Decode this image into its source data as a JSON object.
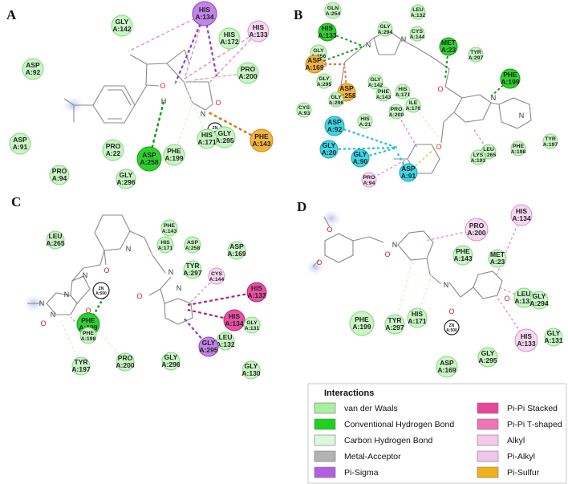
{
  "panels": [
    {
      "label": "A"
    },
    {
      "label": "B"
    },
    {
      "label": "C"
    },
    {
      "label": "D"
    }
  ],
  "zinc_label": "ZN\nA:500",
  "residues": {
    "A": [
      {
        "name": "GLY\nA:142",
        "type": "vdw"
      },
      {
        "name": "HIS\nA:134",
        "type": "pi-sigma"
      },
      {
        "name": "HIS\nA:172",
        "type": "vdw"
      },
      {
        "name": "HIS\nA:133",
        "type": "alkyl"
      },
      {
        "name": "ASP\nA:92",
        "type": "vdw"
      },
      {
        "name": "PRO\nA:200",
        "type": "vdw"
      },
      {
        "name": "ASP\nA:91",
        "type": "vdw"
      },
      {
        "name": "PRO\nA:22",
        "type": "vdw"
      },
      {
        "name": "ASP\nA:258",
        "type": "conv-hbond"
      },
      {
        "name": "PHE\nA:199",
        "type": "vdw"
      },
      {
        "name": "GLY\nA:295",
        "type": "vdw"
      },
      {
        "name": "PHE\nA:143",
        "type": "pi-sulfur"
      },
      {
        "name": "HIS\nA:171",
        "type": "vdw"
      },
      {
        "name": "PRO\nA:94",
        "type": "vdw"
      },
      {
        "name": "GLY\nA:296",
        "type": "vdw"
      }
    ],
    "B": [
      {
        "name": "GLN\nA:254",
        "type": "vdw"
      },
      {
        "name": "GLY\nA:294",
        "type": "vdw"
      },
      {
        "name": "LEU\nA:132",
        "type": "vdw"
      },
      {
        "name": "HIS\nA:133",
        "type": "conv-hbond"
      },
      {
        "name": "CYS\nA:144",
        "type": "vdw"
      },
      {
        "name": "GLY\nA:256",
        "type": "vdw"
      },
      {
        "name": "MET\nA:23",
        "type": "conv-hbond"
      },
      {
        "name": "TYR\nA:297",
        "type": "vdw"
      },
      {
        "name": "ASP\nA:169",
        "type": "pi-sulfur"
      },
      {
        "name": "PHE\nA:199",
        "type": "conv-hbond"
      },
      {
        "name": "GLY\nA:295",
        "type": "vdw"
      },
      {
        "name": "ASP\nA:258",
        "type": "pi-sulfur"
      },
      {
        "name": "GLY\nA:142",
        "type": "vdw"
      },
      {
        "name": "PHE\nA:143",
        "type": "vdw"
      },
      {
        "name": "HIS\nA:171",
        "type": "vdw"
      },
      {
        "name": "GLY\nA:296",
        "type": "vdw"
      },
      {
        "name": "ILE\nA:170",
        "type": "vdw"
      },
      {
        "name": "PRO\nA:200",
        "type": "vdw"
      },
      {
        "name": "CYS\nA:93",
        "type": "vdw"
      },
      {
        "name": "HIS\nA:21",
        "type": "vdw"
      },
      {
        "name": "ASP\nA:92",
        "type": "metal"
      },
      {
        "name": "GLY\nA:20",
        "type": "metal"
      },
      {
        "name": "GLY\nA:90",
        "type": "metal"
      },
      {
        "name": "ASP\nA:91",
        "type": "metal"
      },
      {
        "name": "PRO\nA:94",
        "type": "alkyl"
      },
      {
        "name": "LEU\nA:265",
        "type": "vdw"
      },
      {
        "name": "LYS\nA:193",
        "type": "vdw"
      },
      {
        "name": "PHE\nA:198",
        "type": "vdw"
      },
      {
        "name": "TYR\nA:197",
        "type": "vdw"
      }
    ],
    "C": [
      {
        "name": "PHE\nA:143",
        "type": "vdw"
      },
      {
        "name": "LEU\nA:265",
        "type": "vdw"
      },
      {
        "name": "HIS\nA:171",
        "type": "vdw"
      },
      {
        "name": "ASP\nA:258",
        "type": "vdw"
      },
      {
        "name": "ASP\nA:169",
        "type": "vdw"
      },
      {
        "name": "TYR\nA:297",
        "type": "vdw"
      },
      {
        "name": "CYS\nA:144",
        "type": "alkyl"
      },
      {
        "name": "HIS\nA:133",
        "type": "pi-pi-stacked"
      },
      {
        "name": "HIS\nA:134",
        "type": "pi-pi-stacked"
      },
      {
        "name": "GLY\nA:131",
        "type": "vdw"
      },
      {
        "name": "LEU\nA:132",
        "type": "vdw"
      },
      {
        "name": "GLY\nA:295",
        "type": "pi-sigma"
      },
      {
        "name": "PHE\nA:199",
        "type": "conv-hbond"
      },
      {
        "name": "PHE\nA:198",
        "type": "vdw"
      },
      {
        "name": "PRO\nA:200",
        "type": "vdw"
      },
      {
        "name": "TYR\nA:197",
        "type": "vdw"
      },
      {
        "name": "GLY\nA:296",
        "type": "vdw"
      },
      {
        "name": "GLY\nA:130",
        "type": "vdw"
      }
    ],
    "D": [
      {
        "name": "PRO\nA:200",
        "type": "alkyl"
      },
      {
        "name": "HIS\nA:134",
        "type": "alkyl"
      },
      {
        "name": "PHE\nA:143",
        "type": "vdw"
      },
      {
        "name": "MET\nA:23",
        "type": "vdw"
      },
      {
        "name": "LEU\nA:132",
        "type": "vdw"
      },
      {
        "name": "GLY\nA:294",
        "type": "vdw"
      },
      {
        "name": "PHE\nA:199",
        "type": "vdw"
      },
      {
        "name": "TYR\nA:297",
        "type": "vdw"
      },
      {
        "name": "HIS\nA:171",
        "type": "vdw"
      },
      {
        "name": "HIS\nA:133",
        "type": "alkyl"
      },
      {
        "name": "GLY\nA:131",
        "type": "vdw"
      },
      {
        "name": "GLY\nA:295",
        "type": "vdw"
      },
      {
        "name": "ASP\nA:169",
        "type": "vdw"
      }
    ]
  },
  "legend": {
    "title": "Interactions",
    "items": [
      {
        "label": "van der Waals",
        "color": "#a6f0a0"
      },
      {
        "label": "Conventional Hydrogen Bond",
        "color": "#1fd11f"
      },
      {
        "label": "Carbon Hydrogen Bond",
        "color": "#dcf7dc"
      },
      {
        "label": "Metal-Acceptor",
        "color": "#b3b3b3"
      },
      {
        "label": "Pi-Sigma",
        "color": "#b15ee0"
      },
      {
        "label": "Pi-Pi Stacked",
        "color": "#e8479b"
      },
      {
        "label": "Pi-Pi T-shaped",
        "color": "#ef74b6"
      },
      {
        "label": "Alkyl",
        "color": "#f6c9ec"
      },
      {
        "label": "Pi-Alkyl",
        "color": "#f1c6ec"
      },
      {
        "label": "Pi-Sulfur",
        "color": "#f0b21a"
      }
    ]
  },
  "colors": {
    "vdw_fill": "#c9f5c4",
    "vdw_stroke": "#7fd97a",
    "conv_fill": "#2dd12d",
    "conv_stroke": "#159a15",
    "pi_sigma_fill": "#c385e6",
    "pi_sigma_stroke": "#8b3fc0",
    "alkyl_fill": "#f6d9f1",
    "alkyl_stroke": "#d890cf",
    "pi_stack_fill": "#ea4fa3",
    "pi_stack_stroke": "#b02576",
    "pi_sulfur_fill": "#f3b23a",
    "pi_sulfur_stroke": "#c98a10",
    "metal_fill": "#39d7e6",
    "metal_stroke": "#1aa5b5",
    "zinc_fill": "#ffffff",
    "zinc_stroke": "#222222",
    "halo": "#c8d0f5"
  }
}
